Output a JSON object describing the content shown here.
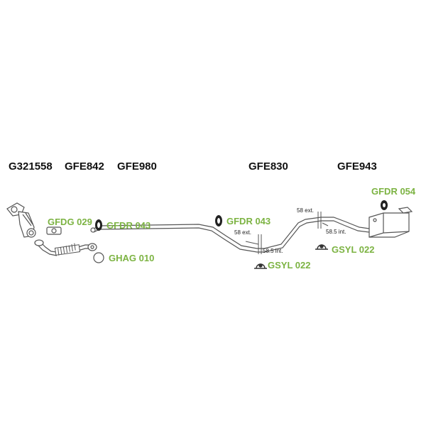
{
  "colors": {
    "main_label": "#111111",
    "part_label": "#7cb342",
    "line": "#555555"
  },
  "main_labels": [
    "G321558",
    "GFE842",
    "GFE980",
    "GFE830",
    "GFE943"
  ],
  "part_labels": [
    "GFDG 029",
    "GFDR 043",
    "GHAG 010",
    "GFDR 043",
    "GSYL 022",
    "GSYL 022",
    "GFDR 054"
  ],
  "dimension_labels": [
    "58 ext.",
    "58.5 int.",
    "58 ext.",
    "58.5 int."
  ],
  "icons": [
    "catalytic-converter-icon",
    "flex-pipe-icon",
    "rubber-hanger-icon",
    "gasket-ring-icon",
    "clamp-icon",
    "rear-silencer-icon"
  ]
}
